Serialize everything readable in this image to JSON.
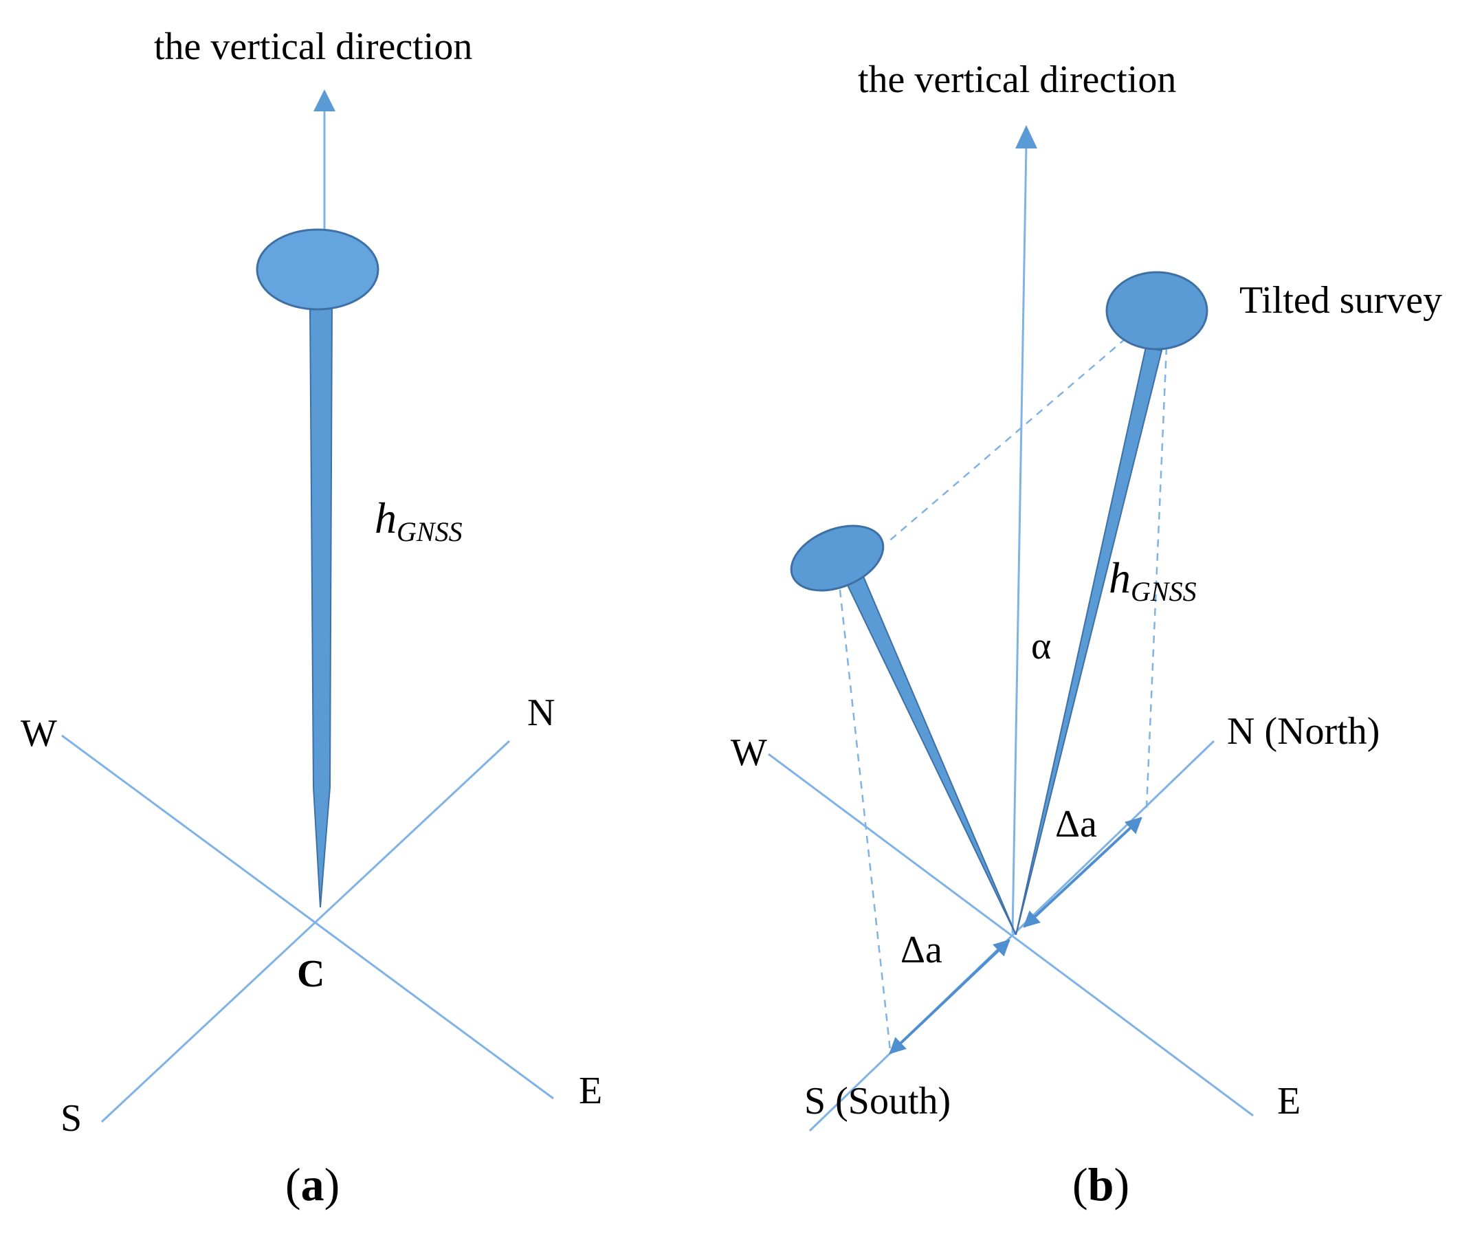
{
  "colors": {
    "axis": "#7FB2E5",
    "pole": "#5B9BD5",
    "pole_edge": "#3E6FA5",
    "ellipse_left": "#64A5E0",
    "ellipse_right": "#5B9BD5",
    "text": "#000000"
  },
  "panel_a": {
    "vertical_label": "the vertical direction",
    "height_label": {
      "main": "h",
      "sub": "GNSS"
    },
    "center_label": "C",
    "compass": {
      "w": "W",
      "n": "N",
      "s": "S",
      "e": "E"
    },
    "caption": {
      "open": "(",
      "letter": "a",
      "close": ")"
    }
  },
  "panel_b": {
    "vertical_label": "the vertical direction",
    "tilted_label": "Tilted survey",
    "height_label": {
      "main": "h",
      "sub": "GNSS"
    },
    "alpha_label": "α",
    "delta_a_north": "Δa",
    "delta_a_south": "Δa",
    "compass": {
      "w": "W",
      "n": "N (North)",
      "s": "S (South)",
      "e": "E"
    },
    "caption": {
      "open": "(",
      "letter": "b",
      "close": ")"
    }
  }
}
